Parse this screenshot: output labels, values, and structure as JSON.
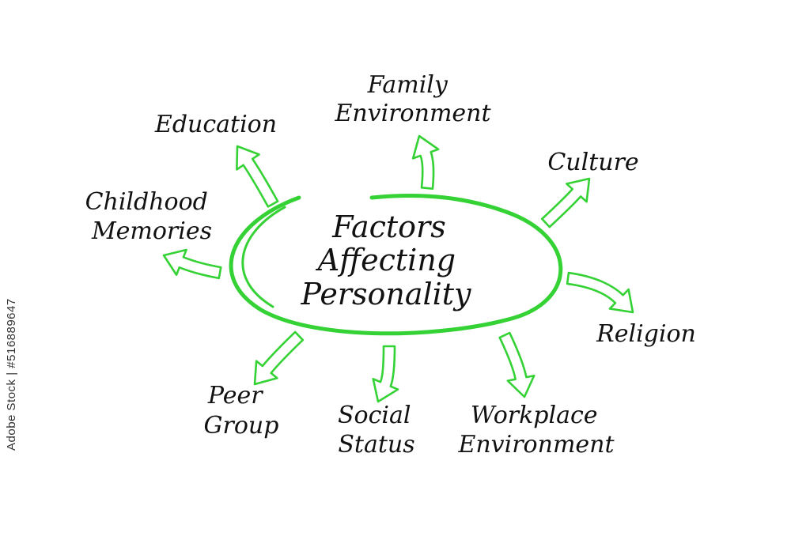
{
  "colors": {
    "accent": "#35d235",
    "text": "#111111",
    "background": "#ffffff"
  },
  "center": {
    "lines": [
      "Factors",
      "Affecting",
      "Personality"
    ]
  },
  "factors": [
    {
      "id": "family-environment",
      "lines": [
        "Family",
        "Environment"
      ]
    },
    {
      "id": "education",
      "lines": [
        "Education"
      ]
    },
    {
      "id": "culture",
      "lines": [
        "Culture"
      ]
    },
    {
      "id": "childhood-memories",
      "lines": [
        "Childhood",
        "Memories"
      ]
    },
    {
      "id": "religion",
      "lines": [
        "Religion"
      ]
    },
    {
      "id": "peer-group",
      "lines": [
        "Peer",
        "Group"
      ]
    },
    {
      "id": "social-status",
      "lines": [
        "Social",
        "Status"
      ]
    },
    {
      "id": "workplace-environment",
      "lines": [
        "Workplace",
        "Environment"
      ]
    }
  ],
  "watermark": {
    "text": "Adobe Stock | #516889647"
  }
}
